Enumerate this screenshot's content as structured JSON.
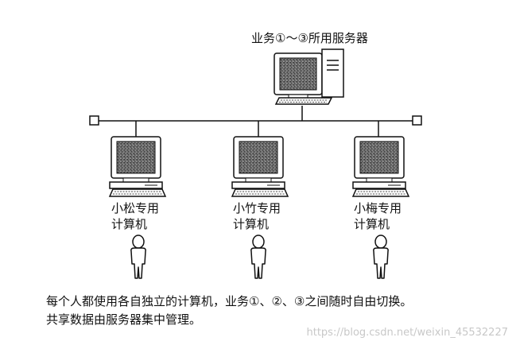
{
  "server": {
    "label": "业务①～③所用服务器"
  },
  "workstations": [
    {
      "label_line1": "小松专用",
      "label_line2": "计算机"
    },
    {
      "label_line1": "小竹专用",
      "label_line2": "计算机"
    },
    {
      "label_line1": "小梅专用",
      "label_line2": "计算机"
    }
  ],
  "caption": {
    "line1": "每个人都使用各自独立的计算机，业务①、②、③之间随时自由切换。",
    "line2": "共享数据由服务器集中管理。"
  },
  "watermark": "https://blog.csdn.net/weixin_45532227"
}
